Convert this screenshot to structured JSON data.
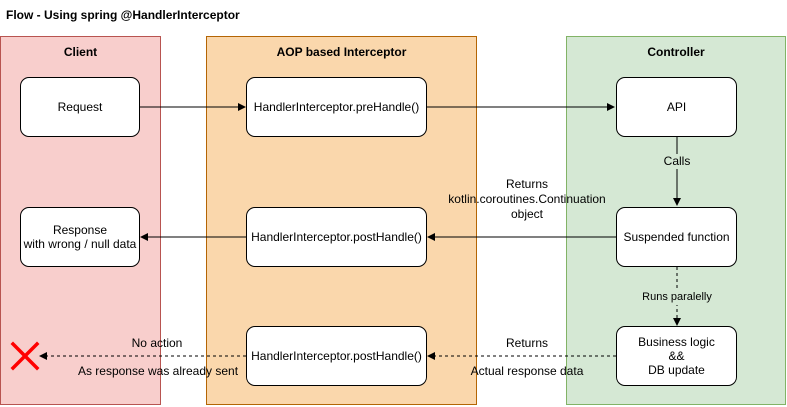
{
  "title": "Flow - Using spring @HandlerInterceptor",
  "colors": {
    "client_fill": "#f8cecc",
    "client_border": "#b85450",
    "aop_fill": "#fad7ac",
    "aop_border": "#b46504",
    "controller_fill": "#d5e8d4",
    "controller_border": "#82b366",
    "error": "#ff0000"
  },
  "lanes": {
    "client": "Client",
    "aop": "AOP based Interceptor",
    "controller": "Controller"
  },
  "boxes": {
    "request": "Request",
    "response": "Response\nwith wrong / null data",
    "prehandle": "HandlerInterceptor.preHandle()",
    "posthandle_1": "HandlerInterceptor.postHandle()",
    "posthandle_2": "HandlerInterceptor.postHandle()",
    "api": "API",
    "suspended": "Suspended function",
    "business": "Business logic\n&&\nDB update"
  },
  "labels": {
    "calls": "Calls",
    "returns_continuation": "Returns\nkotlin.coroutines.Continuation\nobject",
    "runs_parallel": "Runs paralelly",
    "returns": "Returns",
    "actual_data": "Actual response data",
    "no_action": "No action",
    "already_sent": "As response was already sent"
  },
  "icons": {
    "error": "x-mark-icon"
  }
}
